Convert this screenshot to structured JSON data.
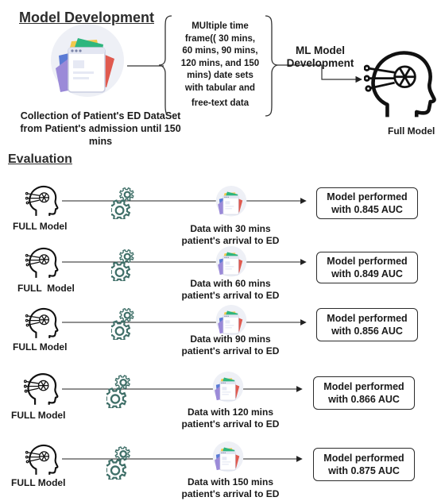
{
  "model_development": {
    "heading": "Model Development",
    "dataset_caption": [
      "Collection of Patient's ED DataSet",
      "from Patient's admission until 150",
      "mins"
    ],
    "bracket_text": [
      "MUltiple time",
      "frame(( 30 mins,",
      "60 mins, 90 mins,",
      "120 mins, and 150",
      "mins)  date sets",
      "with tabular and",
      "free-text data"
    ],
    "ml_label": [
      "ML Model",
      "Development"
    ],
    "full_model_label": "Full  Model"
  },
  "evaluation": {
    "heading": "Evaluation",
    "rows": [
      {
        "model_label": "FULL Model",
        "data_label": [
          "Data with 30 mins",
          "patient's arrival to ED"
        ],
        "result": [
          "Model performed",
          "with 0.845 AUC"
        ]
      },
      {
        "model_label": "FULL  Model",
        "data_label": [
          "Data with 60 mins",
          "patient's arrival to ED"
        ],
        "result": [
          "Model performed",
          "with 0.849 AUC"
        ]
      },
      {
        "model_label": "FULL Model",
        "data_label": [
          "Data with 90 mins",
          "patient's arrival to ED"
        ],
        "result": [
          "Model performed",
          "with 0.856 AUC"
        ]
      },
      {
        "model_label": "FULL Model",
        "data_label": [
          "Data with 120 mins",
          "patient's arrival to ED"
        ],
        "result": [
          "Model performed",
          "with 0.866 AUC"
        ]
      },
      {
        "model_label": "FULL Model",
        "data_label": [
          "Data with 150 mins",
          "patient's arrival to ED"
        ],
        "result": [
          "Model performed",
          "with 0.875 AUC"
        ]
      }
    ]
  },
  "icons": {
    "head": "ai-head-icon",
    "gear": "gear-icon",
    "dataset": "dataset-folder-icon"
  },
  "colors": {
    "gear": "#3f6f68",
    "folder_green": "#2eb67d",
    "folder_red": "#e05a4f",
    "folder_blue": "#5b7bd5",
    "folder_purple": "#9b8ad8",
    "folder_yellow": "#f2c94c"
  }
}
